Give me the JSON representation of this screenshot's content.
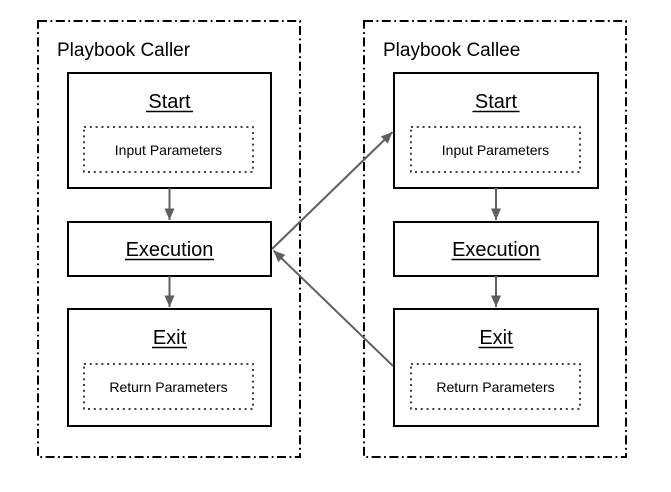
{
  "diagram": {
    "type": "flowchart",
    "background": "#ffffff",
    "box_stroke": "#000000",
    "arrow_color": "#5f5f5f",
    "containers": [
      {
        "id": "caller",
        "title": "Playbook Caller",
        "nodes": [
          {
            "label": "Start",
            "sublabel": "Input Parameters"
          },
          {
            "label": "Execution"
          },
          {
            "label": "Exit",
            "sublabel": "Return Parameters"
          }
        ]
      },
      {
        "id": "callee",
        "title": "Playbook Callee",
        "nodes": [
          {
            "label": "Start",
            "sublabel": "Input Parameters"
          },
          {
            "label": "Execution"
          },
          {
            "label": "Exit",
            "sublabel": "Return Parameters"
          }
        ]
      }
    ],
    "edges": [
      {
        "from": "caller.start",
        "to": "caller.execution"
      },
      {
        "from": "caller.execution",
        "to": "caller.exit"
      },
      {
        "from": "callee.start",
        "to": "callee.execution"
      },
      {
        "from": "callee.execution",
        "to": "callee.exit"
      },
      {
        "from": "caller.execution",
        "to": "callee.start"
      },
      {
        "from": "callee.exit",
        "to": "caller.execution"
      }
    ]
  }
}
